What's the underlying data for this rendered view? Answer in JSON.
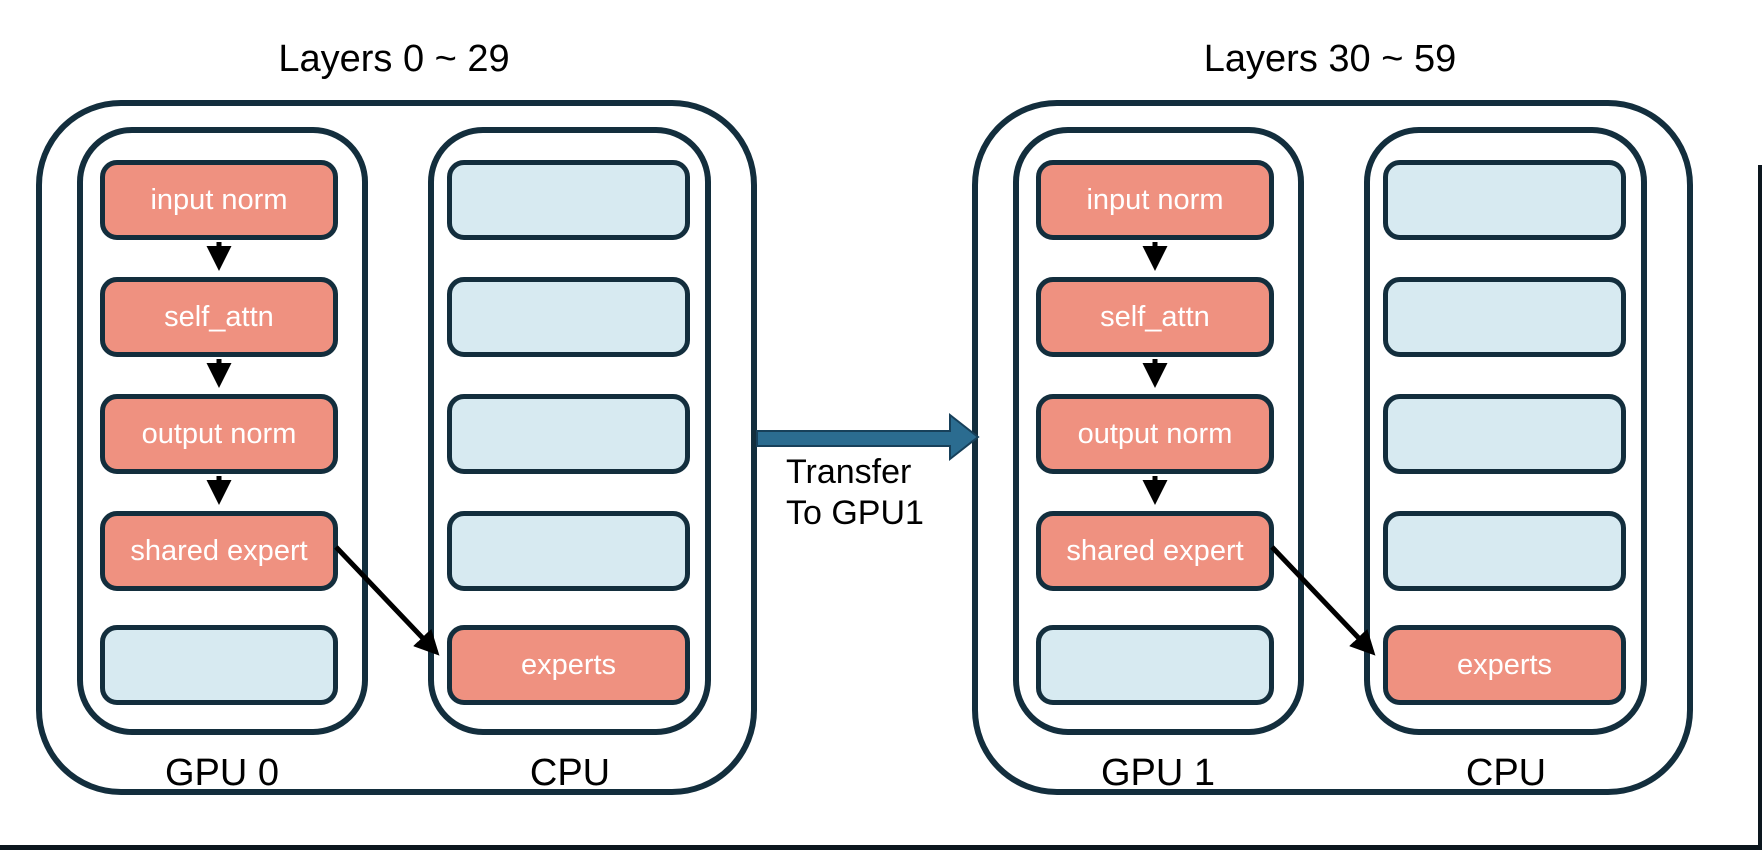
{
  "diagram": {
    "description": "MoE model layer placement across two GPUs with experts offloaded to CPU",
    "colors": {
      "outline_dark": "#132E3D",
      "active_box_fill": "#EF9180",
      "empty_box_fill": "#D7EAF1",
      "active_box_text": "#FFFFFF",
      "title_text": "#000000",
      "flow_arrow": "#000000",
      "transfer_arrow_fill": "#2B6C90",
      "transfer_arrow_edge": "#17405A",
      "screen_edge_line": "#0C161E"
    },
    "groups": [
      {
        "title": "Layers 0 ~ 29",
        "gpu": {
          "label": "GPU 0",
          "boxes": [
            {
              "label": "input norm",
              "type": "active"
            },
            {
              "label": "self_attn",
              "type": "active"
            },
            {
              "label": "output norm",
              "type": "active"
            },
            {
              "label": "shared expert",
              "type": "active"
            },
            {
              "label": "",
              "type": "empty"
            }
          ]
        },
        "cpu": {
          "label": "CPU",
          "boxes": [
            {
              "label": "",
              "type": "empty"
            },
            {
              "label": "",
              "type": "empty"
            },
            {
              "label": "",
              "type": "empty"
            },
            {
              "label": "",
              "type": "empty"
            },
            {
              "label": "experts",
              "type": "active"
            }
          ]
        }
      },
      {
        "title": "Layers 30 ~ 59",
        "gpu": {
          "label": "GPU 1",
          "boxes": [
            {
              "label": "input norm",
              "type": "active"
            },
            {
              "label": "self_attn",
              "type": "active"
            },
            {
              "label": "output norm",
              "type": "active"
            },
            {
              "label": "shared expert",
              "type": "active"
            },
            {
              "label": "",
              "type": "empty"
            }
          ]
        },
        "cpu": {
          "label": "CPU",
          "boxes": [
            {
              "label": "",
              "type": "empty"
            },
            {
              "label": "",
              "type": "empty"
            },
            {
              "label": "",
              "type": "empty"
            },
            {
              "label": "",
              "type": "empty"
            },
            {
              "label": "experts",
              "type": "active"
            }
          ]
        }
      }
    ],
    "transfer": {
      "label_line1": "Transfer",
      "label_line2": "To GPU1"
    }
  }
}
